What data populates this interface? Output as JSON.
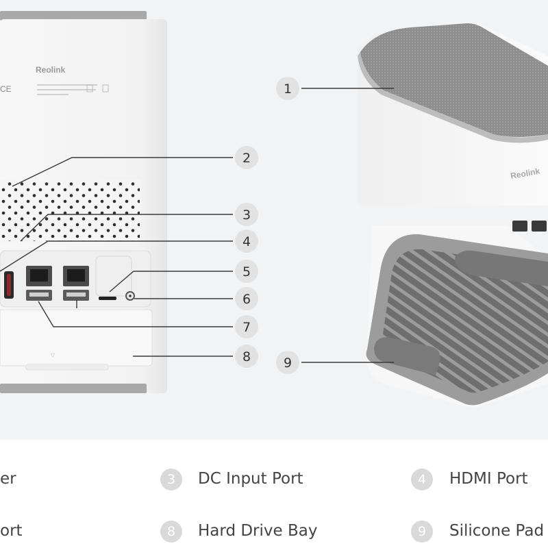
{
  "brand": "Reolink",
  "callouts": [
    "1",
    "2",
    "3",
    "4",
    "5",
    "6",
    "7",
    "8",
    "9"
  ],
  "legend": [
    {
      "number": "",
      "label": "er"
    },
    {
      "number": "3",
      "label": "DC Input Port"
    },
    {
      "number": "4",
      "label": "HDMI Port"
    },
    {
      "number": "",
      "label": "ort"
    },
    {
      "number": "8",
      "label": "Hard Drive Bay"
    },
    {
      "number": "9",
      "label": "Silicone Pad"
    }
  ],
  "colors": {
    "background": "#ffffff",
    "panel": "#f2f3f4",
    "device_body": "#f4f4f4",
    "leader_line": "#3a3a3a",
    "callout_badge": "#e2e2e2",
    "legend_badge": "#d9d9d9",
    "legend_text": "#444444",
    "pad_gray": "#8a8a8a"
  }
}
